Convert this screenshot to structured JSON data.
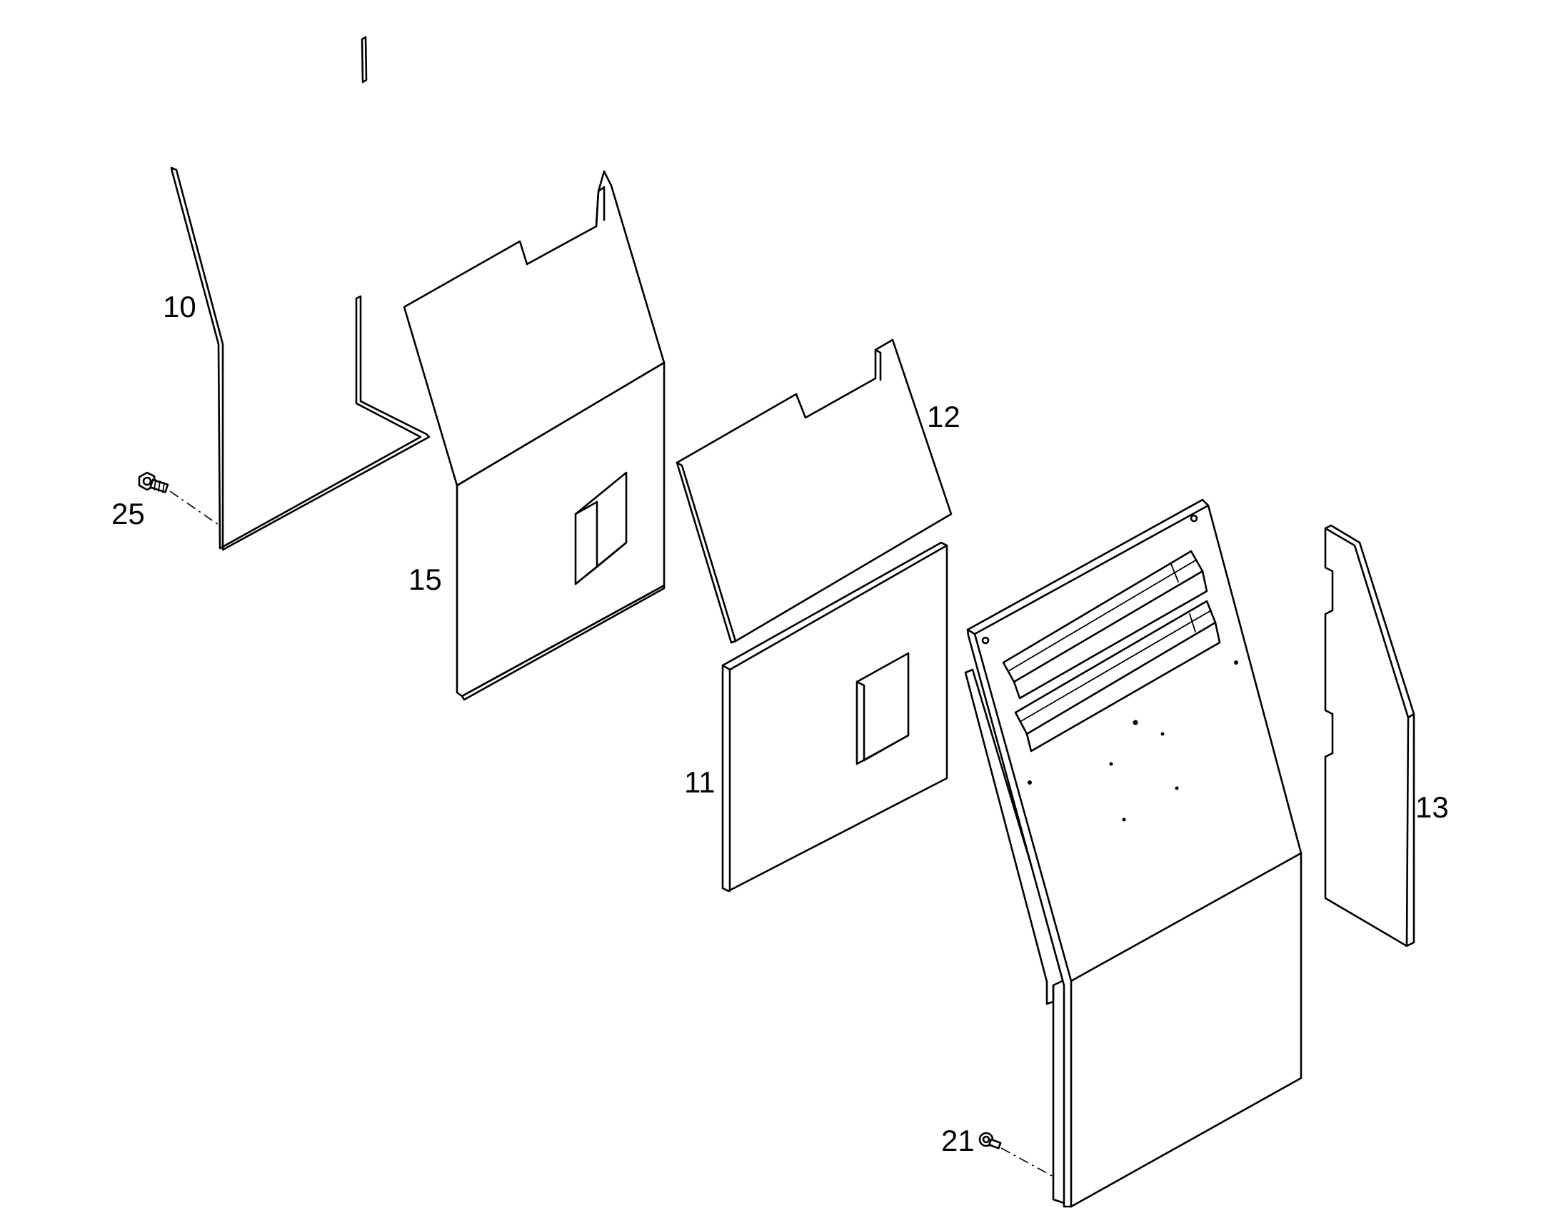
{
  "callouts": {
    "part_10": "10",
    "part_11": "11",
    "part_12": "12",
    "part_13": "13",
    "part_15": "15",
    "part_21": "21",
    "part_25": "25"
  },
  "colors": {
    "line": "#000000",
    "background": "#ffffff"
  }
}
